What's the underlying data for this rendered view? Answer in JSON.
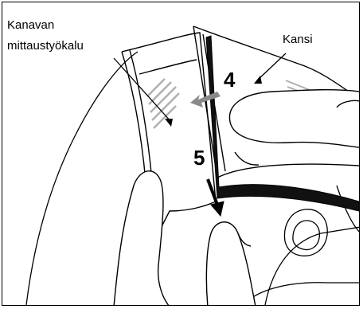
{
  "labels": {
    "tool_line1": "Kanavan",
    "tool_line2": "mittaustyökalu",
    "cover": "Kansi"
  },
  "steps": {
    "step4": "4",
    "step5": "5"
  },
  "colors": {
    "ink": "#000000",
    "hatch": "#b0b0b0",
    "arrow_gray": "#8a8a8a",
    "gasket": "#111111"
  }
}
